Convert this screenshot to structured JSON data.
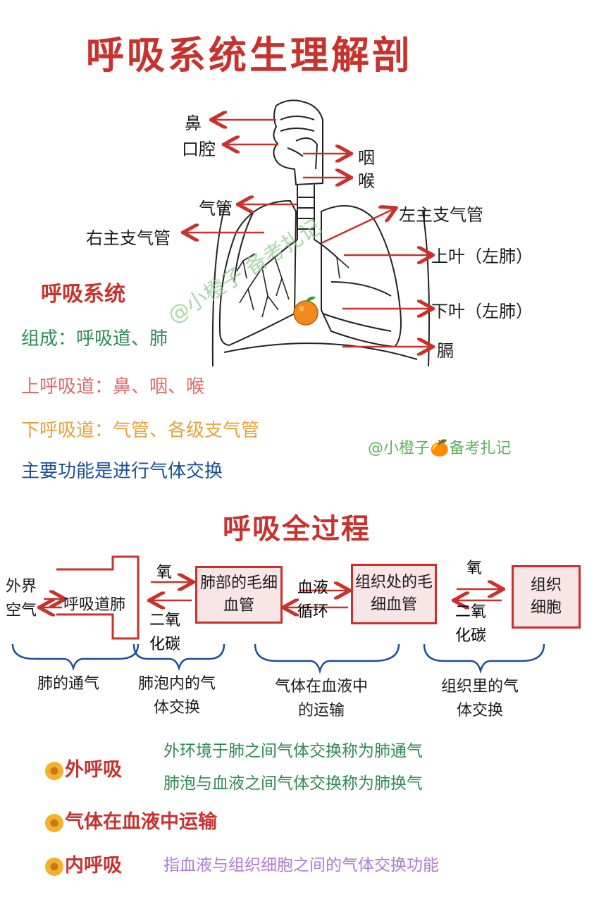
{
  "title": "呼吸系统生理解剖",
  "anatomy_labels": {
    "nose": "鼻",
    "mouth": "口腔",
    "pharynx": "咽",
    "larynx": "喉",
    "trachea": "气管",
    "left_bronchus": "左主支气管",
    "right_bronchus": "右主支气管",
    "upper_lobe": "上叶（左肺）",
    "lower_lobe": "下叶（左肺）",
    "diaphragm": "膈"
  },
  "section1": {
    "heading": "呼吸系统",
    "line1": "组成：呼吸道、肺",
    "line2": "上呼吸道：鼻、咽、喉",
    "line3": "下呼吸道：气管、各级支气管",
    "line4": "主要功能是进行气体交换"
  },
  "watermark": "@小橙子🍊备考扎记",
  "watermark_diag": "@小橙子 备考扎记",
  "section2": {
    "heading": "呼吸全过程",
    "outside_air": "外界空气",
    "airway_lung": "呼吸道肺",
    "oxygen1": "氧",
    "co2_1": "二氧化碳",
    "box1": "肺部的毛细血管",
    "blood_circ": "血液循环",
    "box2": "组织处的毛细血管",
    "oxygen2": "氧",
    "co2_2": "二氧化碳",
    "box3": "组织细胞",
    "brace1": "肺的通气",
    "brace2": "肺泡内的气体交换",
    "brace3": "气体在血液中的运输",
    "brace4": "组织里的气体交换"
  },
  "summary": {
    "ext_title": "外呼吸",
    "ext_line1": "外环境于肺之间气体交换称为肺通气",
    "ext_line2": "肺泡与血液之间气体交换称为肺换气",
    "transport_title": "气体在血液中运输",
    "int_title": "内呼吸",
    "int_desc": "指血液与组织细胞之间的气体交换功能"
  },
  "colors": {
    "red": "#c8322d",
    "green": "#2f8a55",
    "pink": "#e06a6a",
    "orange": "#e7a13a",
    "blue": "#1e4f95",
    "purple": "#b07ad6",
    "box_fill": "#f8e5e5"
  },
  "icons": [
    "orange-fruit-icon",
    "flower-icon"
  ]
}
